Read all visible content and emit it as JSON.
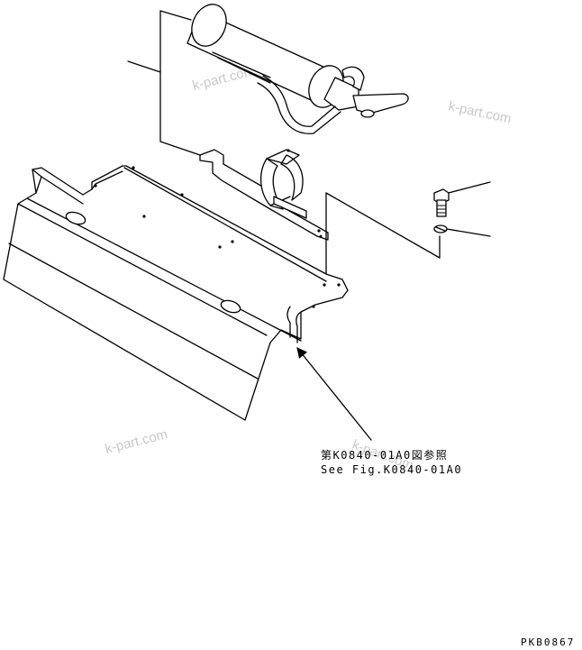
{
  "labels": {
    "ref_jp": "第K0840-01A0図参照",
    "ref_en": "See Fig.K0840-01A0",
    "drawing_code": "PKB0867"
  },
  "watermarks": [
    "k-part.com",
    "k-part.com",
    "k-part.com",
    "k-part.com"
  ],
  "colors": {
    "line": "#000000",
    "watermark": "#c8c8c8",
    "background": "#ffffff"
  }
}
